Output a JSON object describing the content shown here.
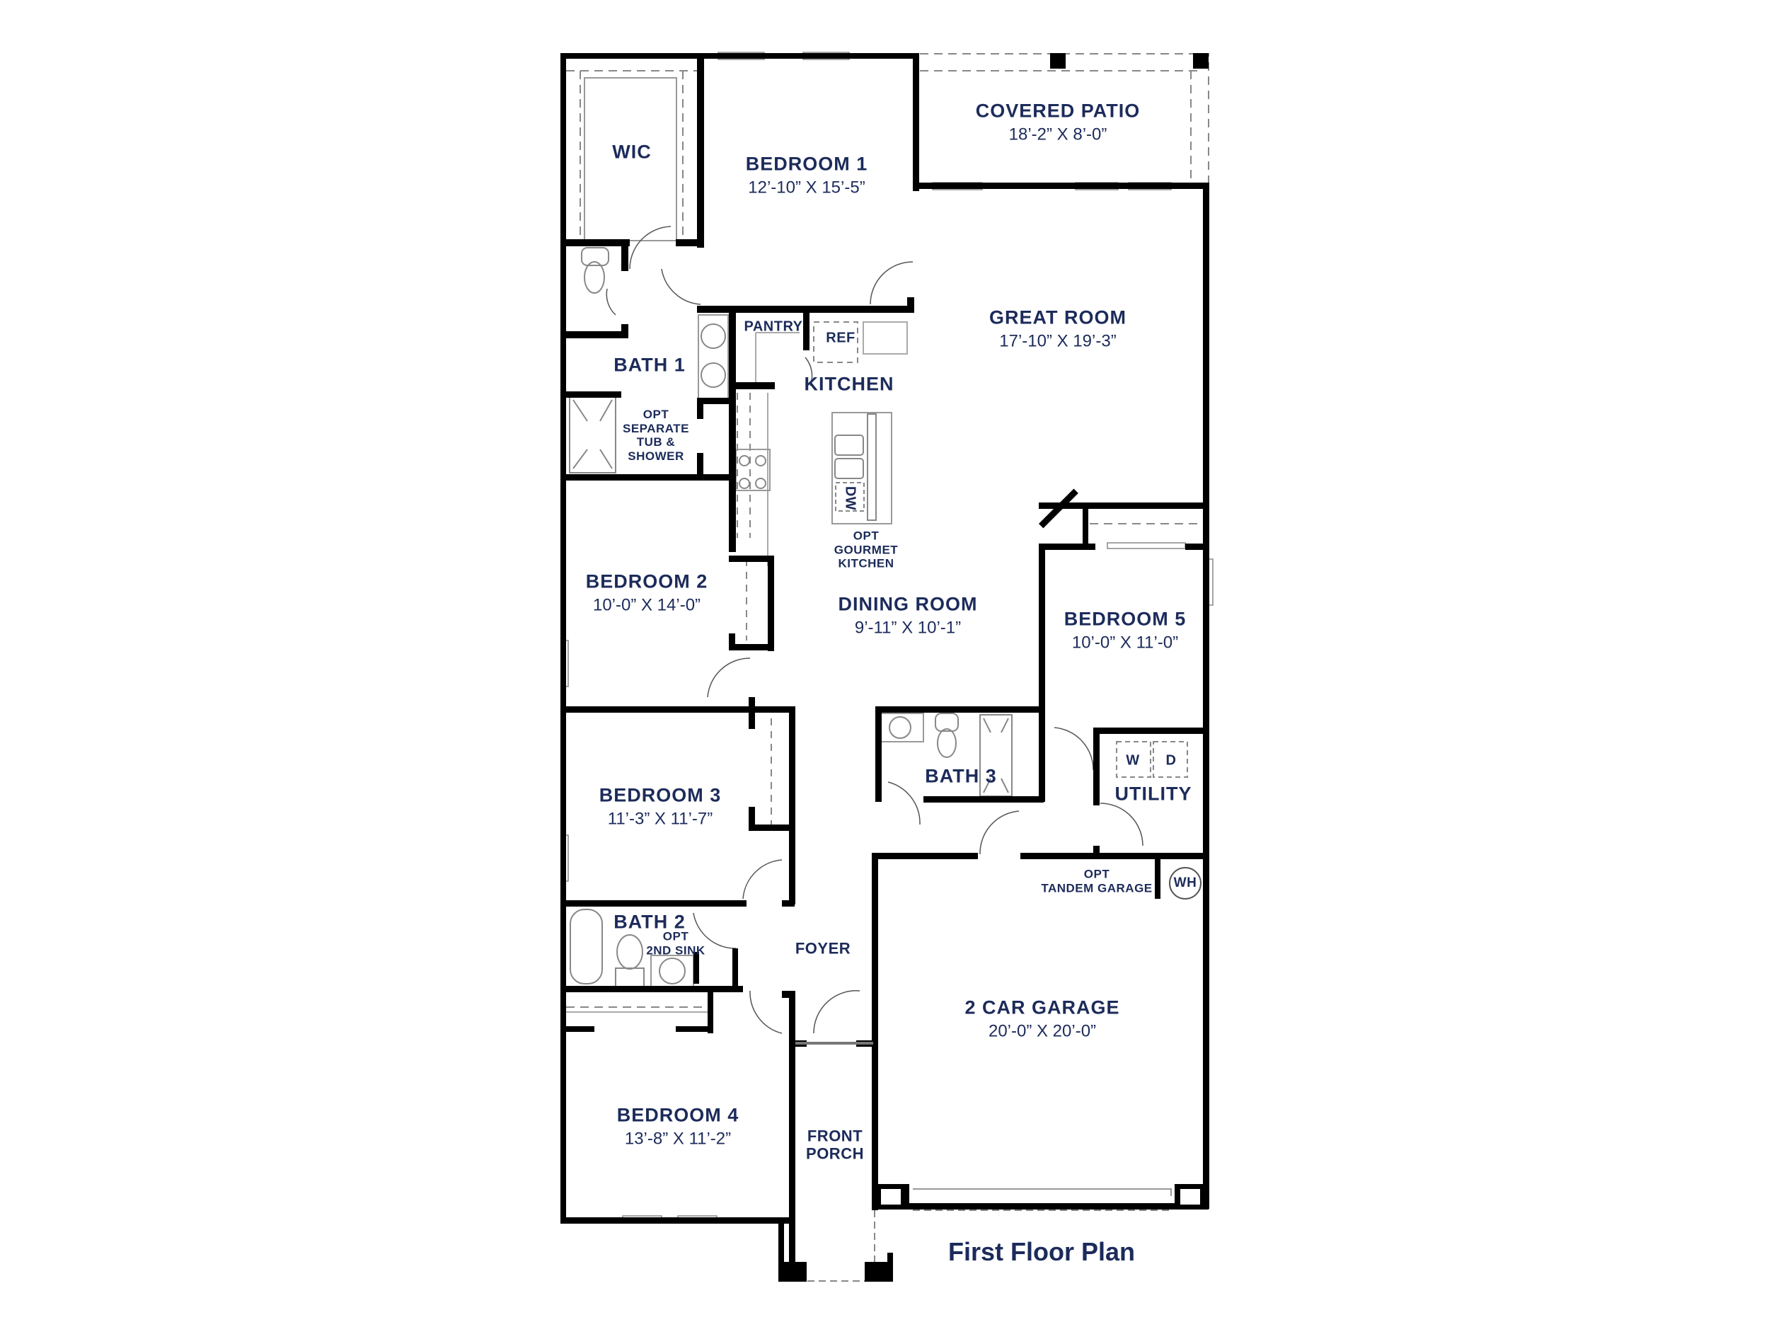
{
  "plan": {
    "title": "First Floor Plan",
    "text_color": "#1c2b5a",
    "wall_color": "#000000"
  },
  "rooms": {
    "wic": {
      "name": "WIC"
    },
    "bedroom1": {
      "name": "BEDROOM 1",
      "dims": "12’-10” X 15’-5”"
    },
    "covered_patio": {
      "name": "COVERED PATIO",
      "dims": "18’-2” X 8’-0”"
    },
    "great_room": {
      "name": "GREAT ROOM",
      "dims": "17’-10” X 19’-3”"
    },
    "bath1": {
      "name": "BATH 1"
    },
    "opt_separate_tub": {
      "line1": "OPT",
      "line2": "SEPARATE",
      "line3": "TUB &",
      "line4": "SHOWER"
    },
    "pantry": {
      "name": "PANTRY"
    },
    "ref": {
      "name": "REF"
    },
    "kitchen": {
      "name": "KITCHEN"
    },
    "dw": {
      "name": "DW"
    },
    "opt_gourmet": {
      "line1": "OPT",
      "line2": "GOURMET",
      "line3": "KITCHEN"
    },
    "bedroom2": {
      "name": "BEDROOM 2",
      "dims": "10’-0” X 14’-0”"
    },
    "dining_room": {
      "name": "DINING ROOM",
      "dims": "9’-11” X 10’-1”"
    },
    "bedroom5": {
      "name": "BEDROOM 5",
      "dims": "10’-0” X 11’-0”"
    },
    "bath3": {
      "name": "BATH 3"
    },
    "utility": {
      "name": "UTILITY",
      "washer": "W",
      "dryer": "D"
    },
    "bedroom3": {
      "name": "BEDROOM 3",
      "dims": "11’-3” X 11’-7”"
    },
    "opt_tandem": {
      "line1": "OPT",
      "line2": "TANDEM GARAGE"
    },
    "wh": {
      "name": "WH"
    },
    "bath2": {
      "name": "BATH 2"
    },
    "opt_2nd_sink": {
      "line1": "OPT",
      "line2": "2ND SINK"
    },
    "foyer": {
      "name": "FOYER"
    },
    "garage": {
      "name": "2 CAR GARAGE",
      "dims": "20’-0” X 20’-0”"
    },
    "bedroom4": {
      "name": "BEDROOM 4",
      "dims": "13’-8” X 11’-2”"
    },
    "front_porch": {
      "line1": "FRONT",
      "line2": "PORCH"
    }
  }
}
